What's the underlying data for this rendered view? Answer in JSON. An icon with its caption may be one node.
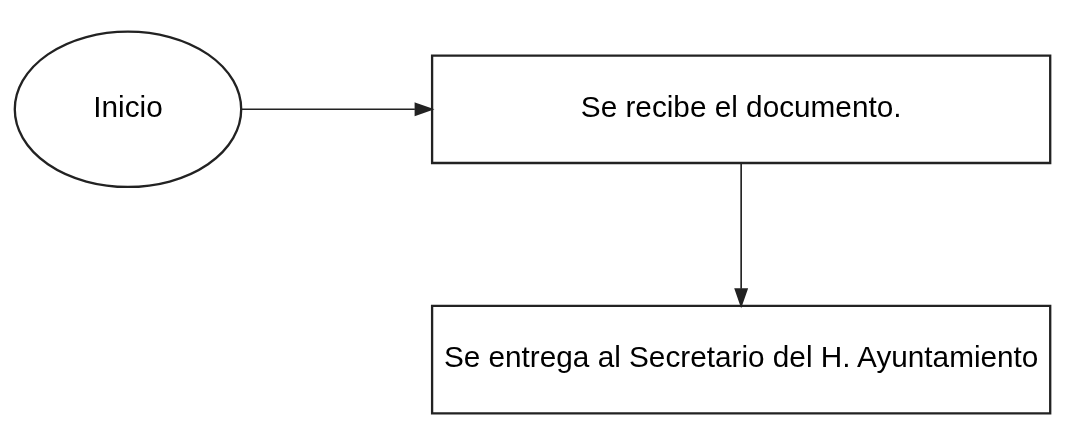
{
  "diagram": {
    "nodes": [
      {
        "text": [
          "Inicio"
        ]
      },
      {
        "text": [
          "Se recibe el documento."
        ]
      },
      {
        "text": [
          "Se entrega al Secretario del H. Ayuntamiento"
        ]
      }
    ],
    "edges": [
      {
        "from": 0,
        "to": 1,
        "arrow": "to"
      },
      {
        "from": 1,
        "to": 2,
        "arrow": "to"
      }
    ]
  }
}
